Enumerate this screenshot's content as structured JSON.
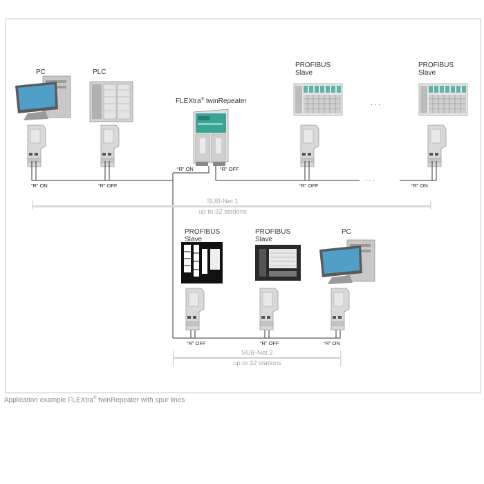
{
  "devices_top": {
    "pc": "PC",
    "plc": "PLC",
    "repeater_name": "FLEXtra",
    "repeater_reg": "®",
    "repeater_suffix": " twinRepeater",
    "profibus_slave_1_line1": "PROFIBUS",
    "profibus_slave_1_line2": "Slave",
    "profibus_slave_2_line1": "PROFIBUS",
    "profibus_slave_2_line2": "Slave",
    "ellipsis_top": ". . .",
    "ellipsis_bus": ". . ."
  },
  "devices_bottom": {
    "profibus_slave_1_line1": "PROFIBUS",
    "profibus_slave_1_line2": "Slave",
    "profibus_slave_2_line1": "PROFIBUS",
    "profibus_slave_2_line2": "Slave",
    "pc": "PC"
  },
  "termination_labels": {
    "pc_top": "“R” ON",
    "plc_top": "“R” OFF",
    "repeater_left": "“R” ON",
    "repeater_right": "“R” OFF",
    "slave1_top": "“R” OFF",
    "slave2_top": "“R” ON",
    "slave1_bottom": "“R” OFF",
    "slave2_bottom": "“R” OFF",
    "pc_bottom": "“R” ON"
  },
  "subnet1": {
    "name": "SUB-Net 1",
    "stations": "up to 32 stations"
  },
  "subnet2": {
    "name": "SUB-Net 2",
    "stations": "up to 32 stations"
  },
  "caption": {
    "prefix": "Application example FLEXtra",
    "reg": "®",
    "suffix": " twinRepeater with spur lines"
  },
  "colors": {
    "frame": "#c8c8c8",
    "bus_line": "#333333",
    "range_bar": "#d9d9d9",
    "connector": "#d4d4d4",
    "repeater_accent": "#3aa595"
  }
}
